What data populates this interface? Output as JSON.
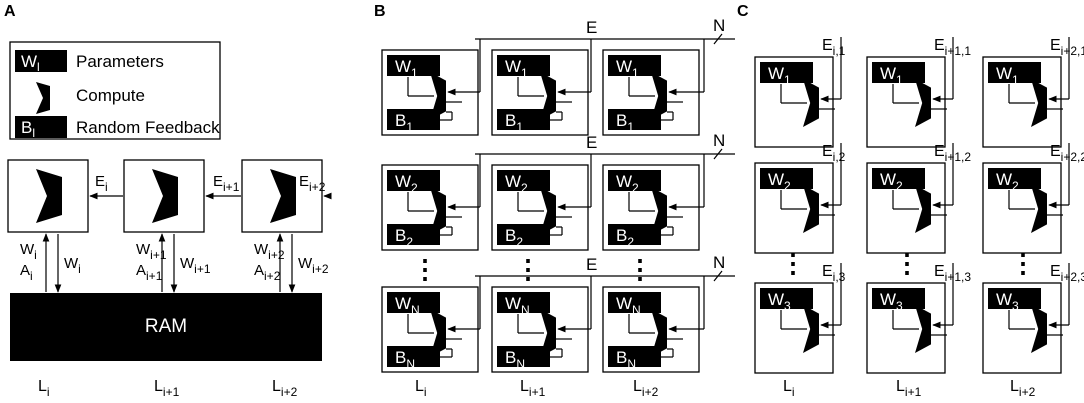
{
  "panels": [
    "A",
    "B",
    "C"
  ],
  "legend": {
    "items": [
      {
        "symbol": "W",
        "symbol_sub": "l",
        "label": "Parameters"
      },
      {
        "symbol": "",
        "symbol_sub": "",
        "label": "Compute"
      },
      {
        "symbol": "B",
        "symbol_sub": "l",
        "label": "Random Feedback"
      }
    ]
  },
  "panel_a": {
    "ram_label": "RAM",
    "columns": [
      {
        "error_main": "E",
        "error_sub": "i",
        "up_w": "W",
        "up_w_sub": "i",
        "up_a": "A",
        "up_a_sub": "i",
        "down_w": "W",
        "down_w_sub": "i",
        "layer": "L",
        "layer_sub": "i"
      },
      {
        "error_main": "E",
        "error_sub": "i+1",
        "up_w": "W",
        "up_w_sub": "i+1",
        "up_a": "A",
        "up_a_sub": "i+1",
        "down_w": "W",
        "down_w_sub": "i+1",
        "layer": "L",
        "layer_sub": "i+1"
      },
      {
        "error_main": "E",
        "error_sub": "i+2",
        "up_w": "W",
        "up_w_sub": "i+2",
        "up_a": "A",
        "up_a_sub": "i+2",
        "down_w": "W",
        "down_w_sub": "i+2",
        "layer": "L",
        "layer_sub": "i+2"
      }
    ]
  },
  "panel_b": {
    "bus_label": "E",
    "bus_width_label": "N",
    "rows": [
      {
        "w": "W",
        "w_sub": "1",
        "b": "B",
        "b_sub": "1"
      },
      {
        "w": "W",
        "w_sub": "2",
        "b": "B",
        "b_sub": "2"
      },
      {
        "w": "W",
        "w_sub": "N",
        "b": "B",
        "b_sub": "N"
      }
    ],
    "layers": [
      {
        "main": "L",
        "sub": "i"
      },
      {
        "main": "L",
        "sub": "i+1"
      },
      {
        "main": "L",
        "sub": "i+2"
      }
    ],
    "ellipsis": "⋮"
  },
  "panel_c": {
    "rows": [
      {
        "w": "W",
        "w_sub": "1",
        "errors": [
          {
            "main": "E",
            "sub": "i,1"
          },
          {
            "main": "E",
            "sub": "i+1,1"
          },
          {
            "main": "E",
            "sub": "i+2,1"
          }
        ]
      },
      {
        "w": "W",
        "w_sub": "2",
        "errors": [
          {
            "main": "E",
            "sub": "i,2"
          },
          {
            "main": "E",
            "sub": "i+1,2"
          },
          {
            "main": "E",
            "sub": "i+2,2"
          }
        ]
      },
      {
        "w": "W",
        "w_sub": "3",
        "errors": [
          {
            "main": "E",
            "sub": "i,3"
          },
          {
            "main": "E",
            "sub": "i+1,3"
          },
          {
            "main": "E",
            "sub": "i+2,3"
          }
        ]
      }
    ],
    "layers": [
      {
        "main": "L",
        "sub": "i"
      },
      {
        "main": "L",
        "sub": "i+1"
      },
      {
        "main": "L",
        "sub": "i+2"
      }
    ],
    "ellipsis": "⋮"
  }
}
